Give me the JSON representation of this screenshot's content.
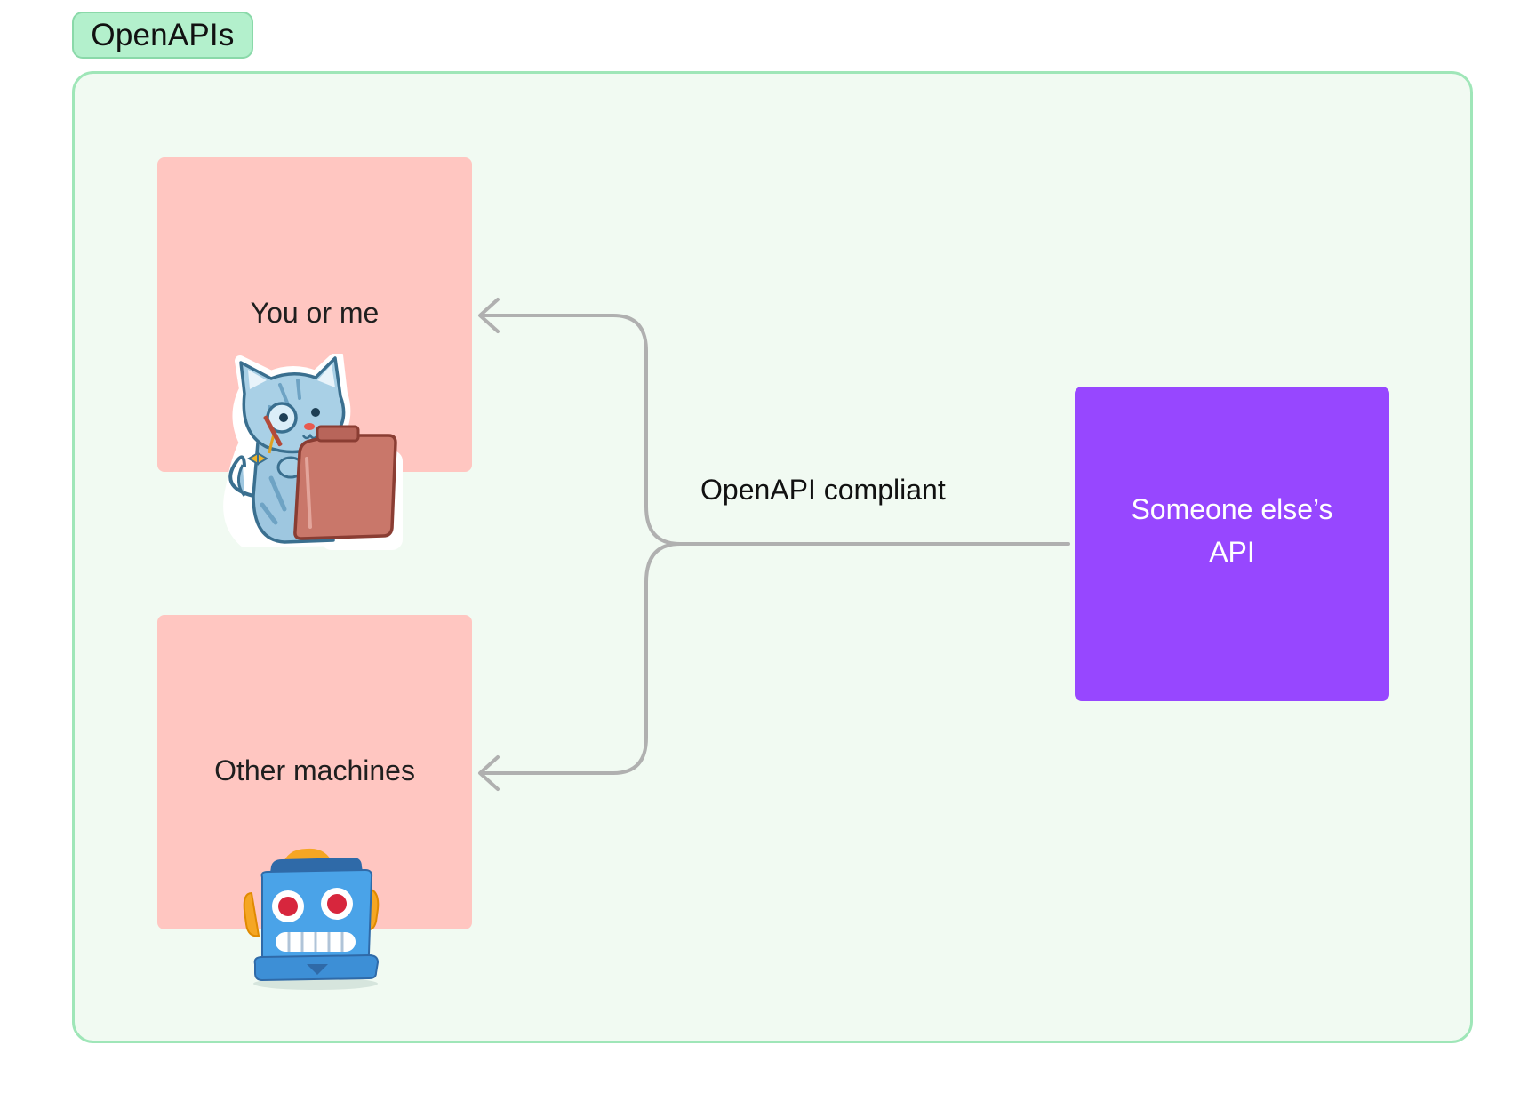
{
  "section": {
    "title": "OpenAPIs"
  },
  "nodes": {
    "you_or_me": "You or me",
    "other_machines": "Other machines",
    "api": "Someone else’s API"
  },
  "edge_label": "OpenAPI compliant",
  "icons": {
    "cat": "cat-with-monocle-and-clipboard-sticker",
    "robot": "robot-head-sticker"
  },
  "colors": {
    "section_fill": "#f1faf2",
    "section_border": "#9fe6b8",
    "tag_fill": "#b3f0cc",
    "client_nodes": "#ffc6c1",
    "api_node": "#9747ff",
    "connector": "#b0b0b0"
  }
}
